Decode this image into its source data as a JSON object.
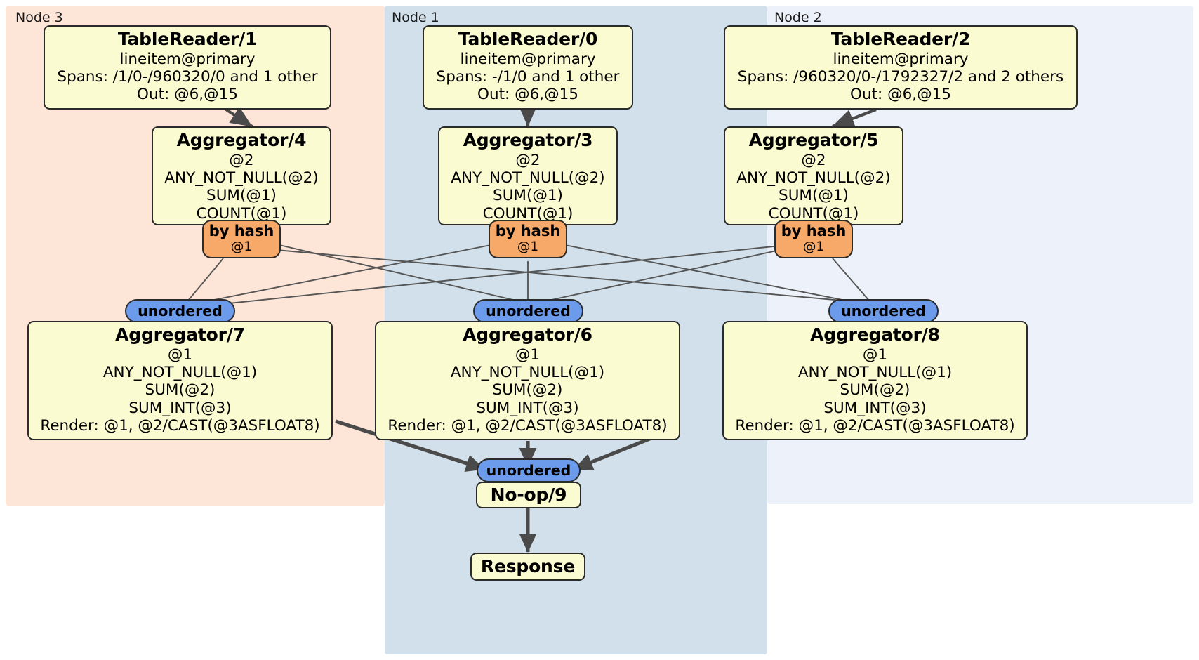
{
  "diagram": {
    "type": "distributed-query-plan",
    "colors": {
      "node3_panel": "#fde5d8",
      "node1_panel": "#d1e0ea",
      "node2_panel": "#edf1fa",
      "processor_box": "#fbfbd2",
      "hash_router": "#f7a96a",
      "unordered_router": "#6c9bec",
      "outline": "#2b2b2b",
      "thin_edge": "#555555",
      "thick_edge": "#4a4a4a"
    },
    "nodes": [
      {
        "id": "node3",
        "label": "Node 3"
      },
      {
        "id": "node1",
        "label": "Node 1"
      },
      {
        "id": "node2",
        "label": "Node 2"
      }
    ],
    "processors": {
      "tablereader1": {
        "title": "TableReader/1",
        "lines": [
          "lineitem@primary",
          "Spans: /1/0-/960320/0 and 1 other",
          "Out: @6,@15"
        ]
      },
      "tablereader0": {
        "title": "TableReader/0",
        "lines": [
          "lineitem@primary",
          "Spans: -/1/0 and 1 other",
          "Out: @6,@15"
        ]
      },
      "tablereader2": {
        "title": "TableReader/2",
        "lines": [
          "lineitem@primary",
          "Spans: /960320/0-/1792327/2 and 2 others",
          "Out: @6,@15"
        ]
      },
      "aggregator4": {
        "title": "Aggregator/4",
        "lines": [
          "@2",
          "ANY_NOT_NULL(@2)",
          "SUM(@1)",
          "COUNT(@1)"
        ]
      },
      "aggregator3": {
        "title": "Aggregator/3",
        "lines": [
          "@2",
          "ANY_NOT_NULL(@2)",
          "SUM(@1)",
          "COUNT(@1)"
        ]
      },
      "aggregator5": {
        "title": "Aggregator/5",
        "lines": [
          "@2",
          "ANY_NOT_NULL(@2)",
          "SUM(@1)",
          "COUNT(@1)"
        ]
      },
      "aggregator7": {
        "title": "Aggregator/7",
        "lines": [
          "@1",
          "ANY_NOT_NULL(@1)",
          "SUM(@2)",
          "SUM_INT(@3)",
          "Render: @1, @2/CAST(@3ASFLOAT8)"
        ]
      },
      "aggregator6": {
        "title": "Aggregator/6",
        "lines": [
          "@1",
          "ANY_NOT_NULL(@1)",
          "SUM(@2)",
          "SUM_INT(@3)",
          "Render: @1, @2/CAST(@3ASFLOAT8)"
        ]
      },
      "aggregator8": {
        "title": "Aggregator/8",
        "lines": [
          "@1",
          "ANY_NOT_NULL(@1)",
          "SUM(@2)",
          "SUM_INT(@3)",
          "Render: @1, @2/CAST(@3ASFLOAT8)"
        ]
      },
      "noop9": {
        "title": "No-op/9",
        "lines": []
      },
      "response": {
        "title": "Response",
        "lines": []
      }
    },
    "routers": {
      "hash_left": {
        "type_label": "by hash",
        "column": "@1"
      },
      "hash_center": {
        "type_label": "by hash",
        "column": "@1"
      },
      "hash_right": {
        "type_label": "by hash",
        "column": "@1"
      },
      "unordered_left": {
        "type_label": "unordered"
      },
      "unordered_center": {
        "type_label": "unordered"
      },
      "unordered_right": {
        "type_label": "unordered"
      },
      "unordered_final": {
        "type_label": "unordered"
      }
    }
  }
}
